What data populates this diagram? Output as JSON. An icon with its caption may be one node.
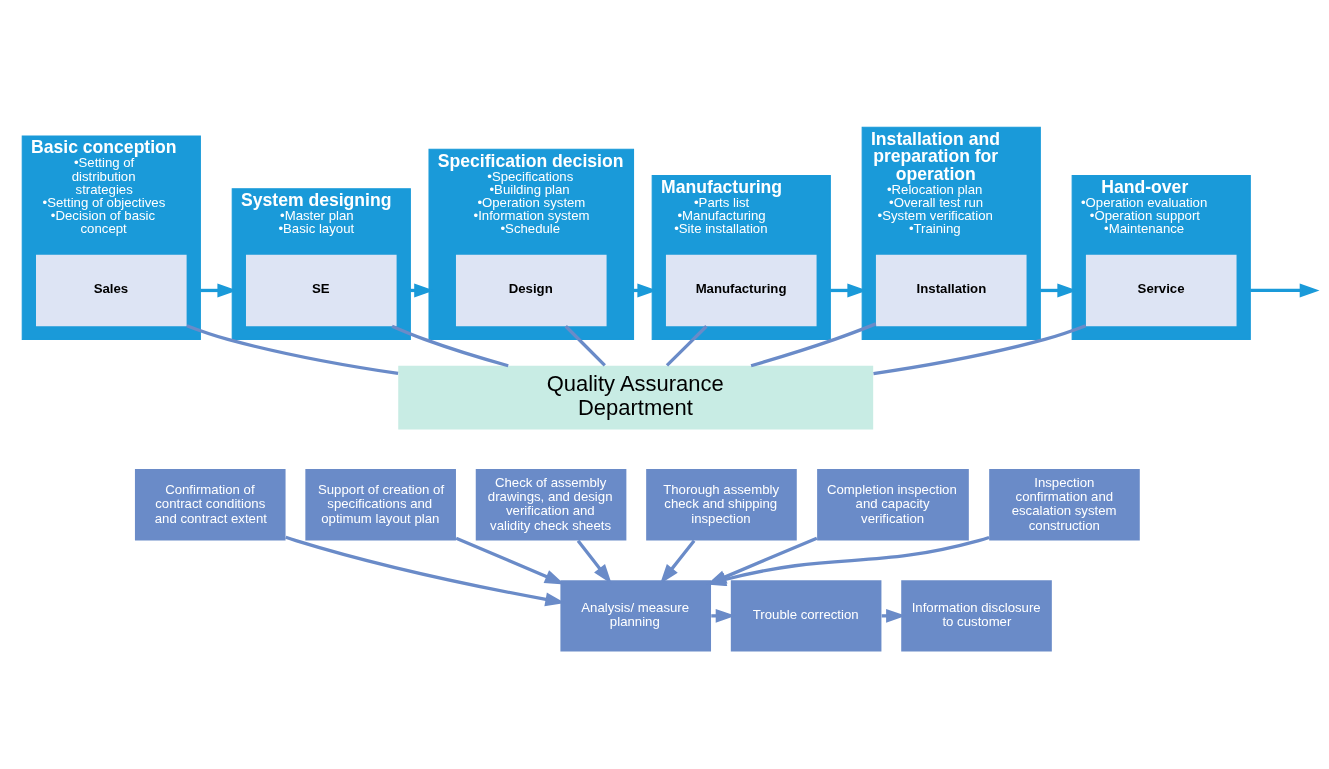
{
  "diagram": {
    "nodes": [
      {
        "text": [
          "Basic conception",
          "•Setting of distribution strategies",
          "•Setting of objectives",
          "•Decision of basic concept"
        ]
      },
      {
        "text": [
          "System designing",
          "•Master plan",
          "•Basic layout"
        ]
      },
      {
        "text": [
          "Specification decision",
          "•Specifications",
          "•Building plan",
          "•Operation system",
          "•Information system",
          "•Schedule"
        ]
      },
      {
        "text": [
          "Manufacturing",
          "•Parts list",
          "•Manufacturing",
          "•Site installation"
        ]
      },
      {
        "text": [
          "Installation and preparation for operation",
          "•Relocation plan",
          "•Overall test run",
          "•System verification",
          "•Training"
        ]
      },
      {
        "text": [
          "Hand-over",
          "•Operation evaluation",
          "•Operation support",
          "•Maintenance"
        ]
      },
      {
        "text": [
          "Sales"
        ],
        "in": 0
      },
      {
        "text": [
          "SE"
        ],
        "in": 1
      },
      {
        "text": [
          "Design"
        ],
        "in": 2
      },
      {
        "text": [
          "Manufacturing"
        ],
        "in": 3
      },
      {
        "text": [
          "Installation"
        ],
        "in": 4
      },
      {
        "text": [
          "Service"
        ],
        "in": 5
      },
      {
        "text": [
          "Quality Assurance Department"
        ]
      },
      {
        "text": [
          "Confirmation of contract conditions and contract extent"
        ]
      },
      {
        "text": [
          "Support of creation of specifications and optimum layout plan"
        ]
      },
      {
        "text": [
          "Check of assembly drawings, and design verification and validity check sheets"
        ]
      },
      {
        "text": [
          "Thorough assembly check and shipping inspection"
        ]
      },
      {
        "text": [
          "Completion inspection and capacity verification"
        ]
      },
      {
        "text": [
          "Inspection confirmation and escalation system construction"
        ]
      },
      {
        "text": [
          "Analysis/ measure planning"
        ]
      },
      {
        "text": [
          "Trouble correction"
        ]
      },
      {
        "text": [
          "Information disclosure to customer"
        ]
      }
    ],
    "edges": [
      {
        "from": 0,
        "to": 1,
        "arrow": "to"
      },
      {
        "from": 1,
        "to": 2,
        "arrow": "to"
      },
      {
        "from": 2,
        "to": 3,
        "arrow": "to"
      },
      {
        "from": 3,
        "to": 4,
        "arrow": "to"
      },
      {
        "from": 4,
        "to": 5,
        "arrow": "to"
      },
      {
        "from": 5,
        "to": null,
        "arrow": "to"
      },
      {
        "from": 6,
        "to": 12,
        "arrow": "none"
      },
      {
        "from": 7,
        "to": 12,
        "arrow": "none"
      },
      {
        "from": 8,
        "to": 12,
        "arrow": "none"
      },
      {
        "from": 9,
        "to": 12,
        "arrow": "none"
      },
      {
        "from": 10,
        "to": 12,
        "arrow": "none"
      },
      {
        "from": 11,
        "to": 12,
        "arrow": "none"
      },
      {
        "from": 13,
        "to": 19,
        "arrow": "to"
      },
      {
        "from": 14,
        "to": 19,
        "arrow": "to"
      },
      {
        "from": 15,
        "to": 19,
        "arrow": "to"
      },
      {
        "from": 16,
        "to": 19,
        "arrow": "to"
      },
      {
        "from": 17,
        "to": 19,
        "arrow": "to"
      },
      {
        "from": 18,
        "to": 19,
        "arrow": "to"
      },
      {
        "from": 19,
        "to": 20,
        "arrow": "to"
      },
      {
        "from": 20,
        "to": 21,
        "arrow": "to"
      }
    ]
  }
}
